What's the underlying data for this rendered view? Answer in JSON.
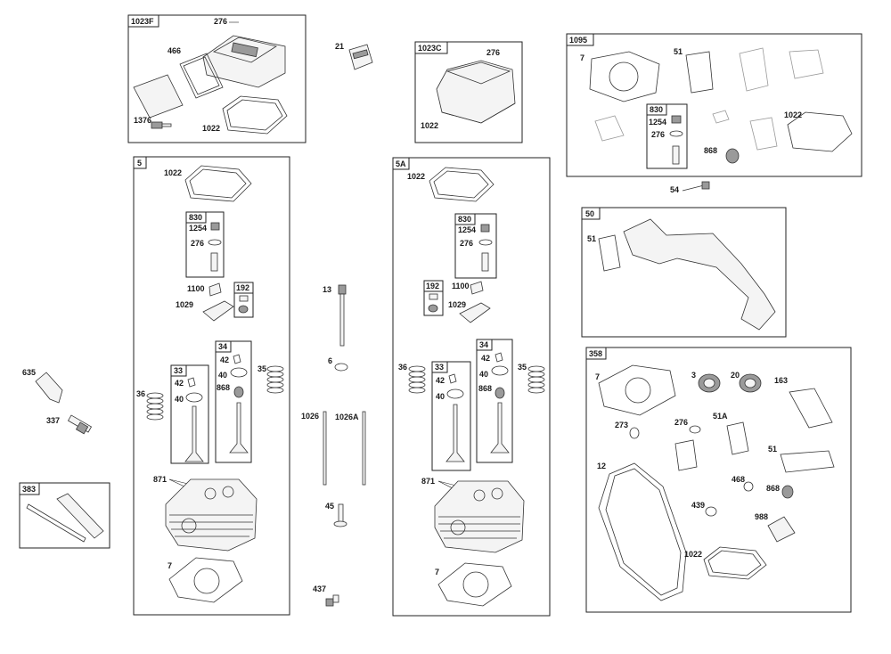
{
  "groups": {
    "g1023F": "1023F",
    "g5": "5",
    "g1023C": "1023C",
    "g5A": "5A",
    "g1095": "1095",
    "g50": "50",
    "g358": "358",
    "g383": "383"
  },
  "subgroups": {
    "s830_5": "830",
    "s192_5": "192",
    "s34_5": "34",
    "s33_5": "33",
    "s830_5A": "830",
    "s192_5A": "192",
    "s34_5A": "34",
    "s33_5A": "33",
    "s830_1095": "830"
  },
  "labels": {
    "l276_f": "276",
    "l466": "466",
    "l1376": "1376",
    "l1022_f": "1022",
    "l21": "21",
    "l276_c": "276",
    "l1022_c": "1022",
    "l7_1095": "7",
    "l51_1095": "51",
    "l1254_1095": "1254",
    "l276_1095": "276",
    "l868_1095": "868",
    "l1022_1095": "1022",
    "l54": "54",
    "l51_50": "51",
    "l1022_5": "1022",
    "l1254_5": "1254",
    "l276_5": "276",
    "l1100_5": "1100",
    "l1029_5": "1029",
    "l42_5a": "42",
    "l40_5a": "40",
    "l868_5": "868",
    "l42_5b": "42",
    "l40_5b": "40",
    "l35_5": "35",
    "l36_5": "36",
    "l871_5": "871",
    "l7_5": "7",
    "l13": "13",
    "l6": "6",
    "l1026": "1026",
    "l1026A": "1026A",
    "l45": "45",
    "l437": "437",
    "l1022_5A": "1022",
    "l1254_5A": "1254",
    "l276_5A": "276",
    "l1100_5A": "1100",
    "l1029_5A": "1029",
    "l36_5A": "36",
    "l42_5Aa": "42",
    "l40_5Aa": "40",
    "l42_5Ab": "42",
    "l40_5Ab": "40",
    "l868_5A": "868",
    "l35_5A": "35",
    "l871_5A": "871",
    "l7_5A": "7",
    "l635": "635",
    "l337": "337",
    "l7_358": "7",
    "l3": "3",
    "l20": "20",
    "l163": "163",
    "l273": "273",
    "l276_358": "276",
    "l51A": "51A",
    "l51_358": "51",
    "l12": "12",
    "l468": "468",
    "l868_358": "868",
    "l439": "439",
    "l988": "988",
    "l1022_358": "1022"
  }
}
